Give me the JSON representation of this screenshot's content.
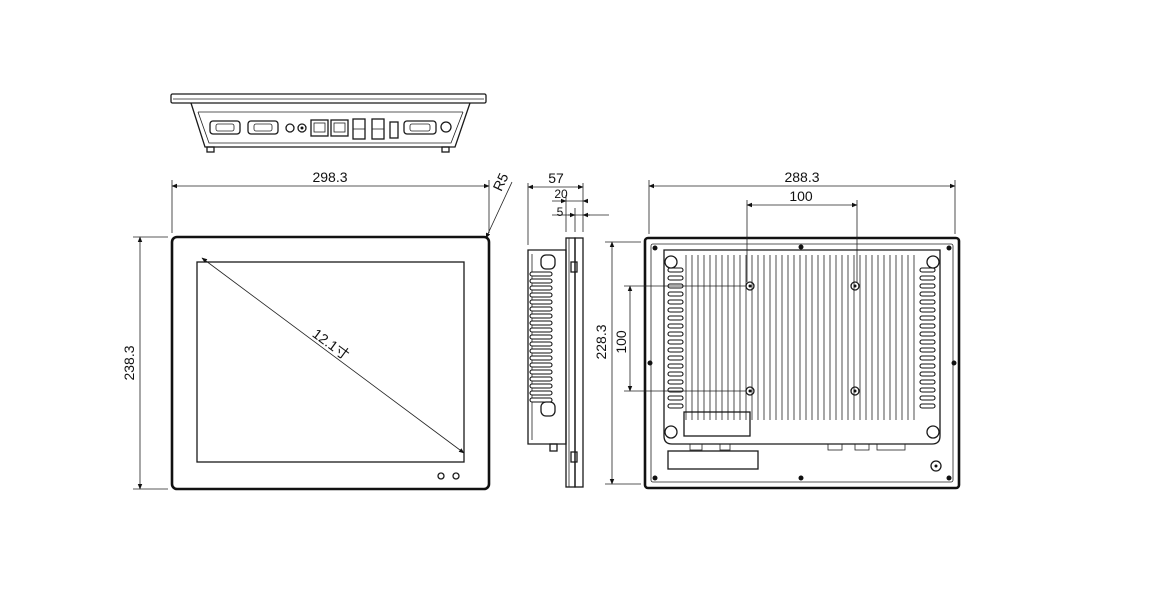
{
  "front_view": {
    "width_label": "298.3",
    "height_label": "238.3",
    "radius_label": "R5",
    "diagonal_label": "12.1寸"
  },
  "side_view": {
    "depth_label": "57",
    "bezel_label": "20",
    "panel_label": "5"
  },
  "back_view": {
    "width_label": "288.3",
    "height_label": "228.3",
    "vesa_h_label": "100",
    "vesa_v_label": "100"
  }
}
